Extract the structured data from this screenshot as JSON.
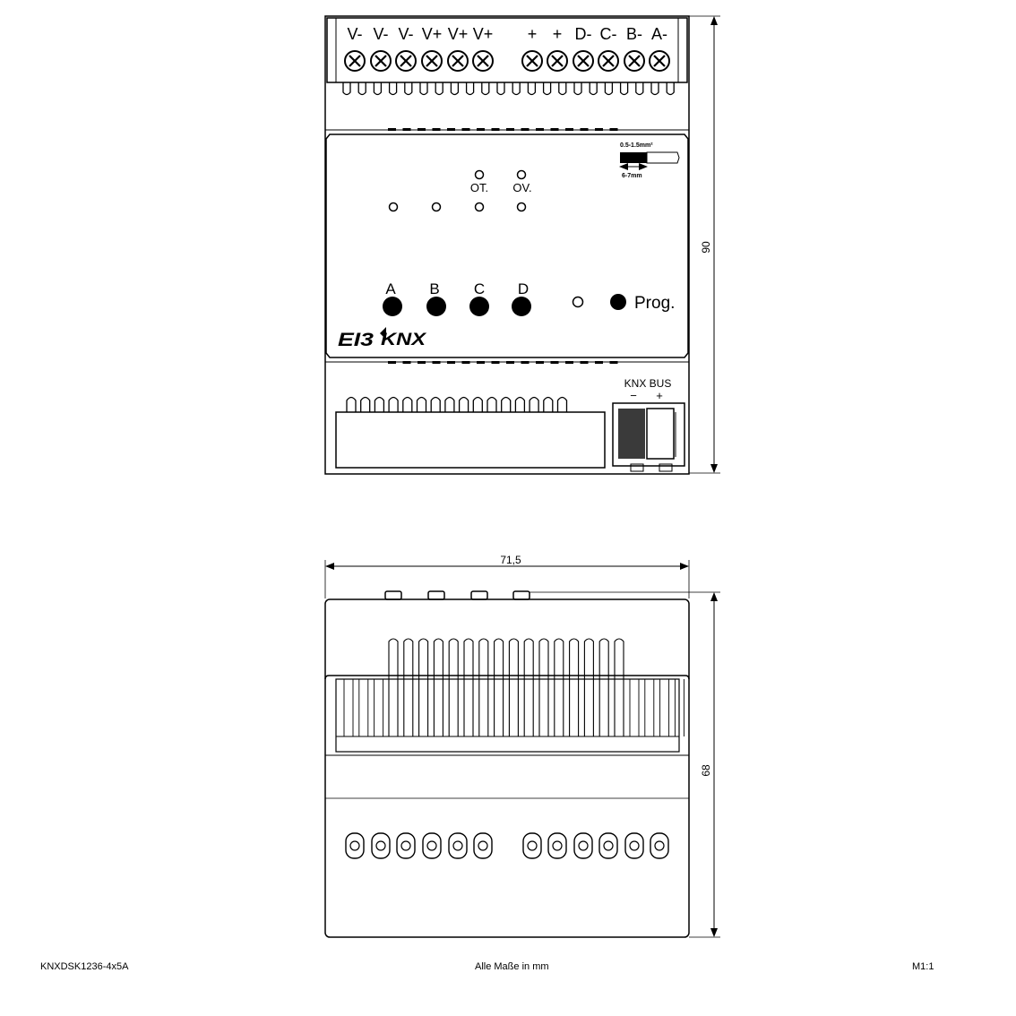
{
  "top_view": {
    "terminal_labels": [
      "V-",
      "V-",
      "V-",
      "V+",
      "V+",
      "V+",
      "+",
      "+",
      "D-",
      "C-",
      "B-",
      "A-"
    ],
    "wire_spec": {
      "cross_section": "0.5-1.5mm²",
      "strip_length": "6-7mm"
    },
    "led_labels": [
      "OT.",
      "OV."
    ],
    "button_labels": [
      "A",
      "B",
      "C",
      "D"
    ],
    "prog_label": "Prog.",
    "brand_logo": "EI3",
    "knx_logo": "KNX",
    "bus_label": "KNX BUS",
    "bus_minus": "−",
    "bus_plus": "+"
  },
  "dimensions": {
    "height": "90",
    "width": "71,5",
    "depth": "68"
  },
  "footer": {
    "model": "KNXDSK1236-4x5A",
    "note": "Alle Maße in mm",
    "scale": "M1:1"
  }
}
